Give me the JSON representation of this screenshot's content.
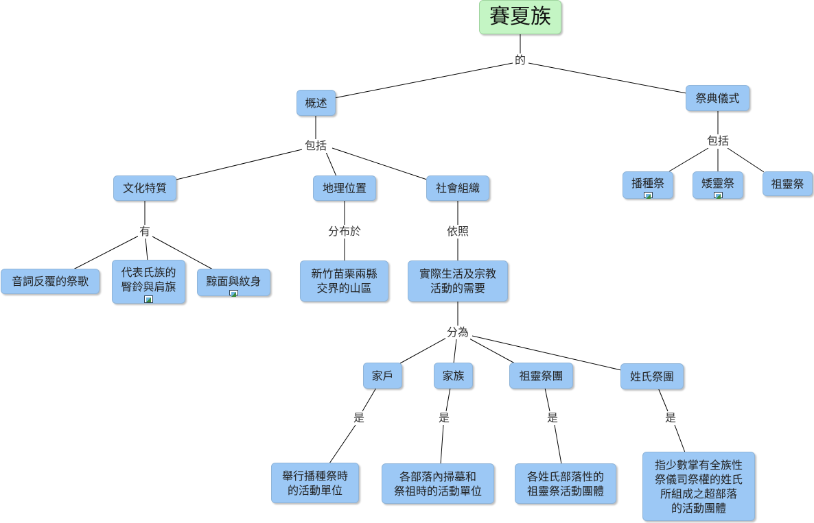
{
  "root": {
    "label": "賽夏族"
  },
  "links": {
    "root_de": "的",
    "gaishu_baokuo": "包括",
    "jidian_baokuo": "包括",
    "wenhua_you": "有",
    "dili_fenbuyu": "分布於",
    "shehui_yizhao": "依照",
    "shiji_fenwei": "分為",
    "jiahu_shi": "是",
    "jiazu_shi": "是",
    "zuling_shi": "是",
    "xingshi_shi": "是"
  },
  "nodes": {
    "gaishu": {
      "label": "概述"
    },
    "jidian": {
      "label": "祭典儀式"
    },
    "bozhongji": {
      "label": "播種祭",
      "has_image_icon": true
    },
    "ailingji": {
      "label": "矮靈祭",
      "has_image_icon": true
    },
    "zulingji": {
      "label": "祖靈祭"
    },
    "wenhua": {
      "label": "文化特質"
    },
    "dili": {
      "label": "地理位置"
    },
    "shehui": {
      "label": "社會組織"
    },
    "yinci": {
      "label": "音詞反覆的祭歌"
    },
    "daibiao": {
      "label": "代表氏族的\n臀鈴與肩旗",
      "has_image_icon": true
    },
    "qingmian": {
      "label": "黥面與紋身",
      "has_image_icon": true
    },
    "xinzhu": {
      "label": "新竹苗栗兩縣\n交界的山區"
    },
    "shiji": {
      "label": "實際生活及宗教\n活動的需要"
    },
    "jiahu": {
      "label": "家戶"
    },
    "jiazu": {
      "label": "家族"
    },
    "zulingjituan": {
      "label": "祖靈祭團"
    },
    "xingshijituan": {
      "label": "姓氏祭團"
    },
    "juxing": {
      "label": "舉行播種祭時\n的活動單位"
    },
    "gebuluo": {
      "label": "各部落內掃墓和\n祭祖時的活動單位"
    },
    "gexingshi": {
      "label": "各姓氏部落性的\n祖靈祭活動團體"
    },
    "zhishao": {
      "label": "指少數掌有全族性\n祭儀司祭權的姓氏\n所組成之超部落\n的活動團體"
    }
  },
  "icons": {
    "attached_image": "image-icon"
  }
}
